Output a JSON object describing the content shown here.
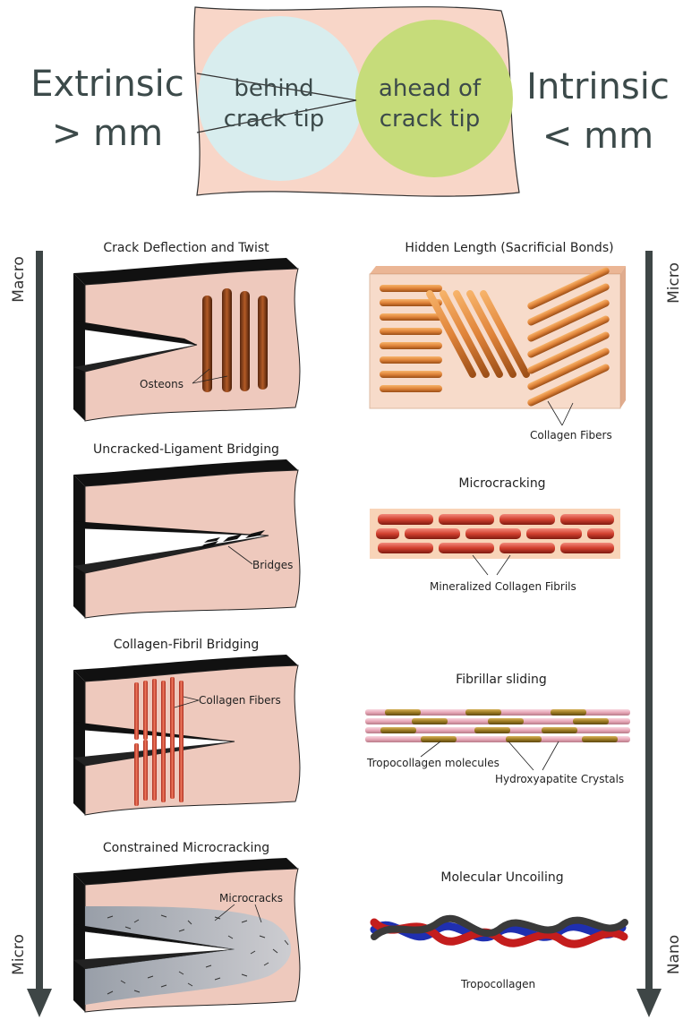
{
  "header": {
    "left_title": "Extrinsic",
    "left_sub": "> mm",
    "right_title": "Intrinsic",
    "right_sub": "< mm",
    "behind_line1": "behind",
    "behind_line2": "crack tip",
    "ahead_line1": "ahead of",
    "ahead_line2": "crack tip"
  },
  "left_axis": {
    "top": "Macro",
    "bottom": "Micro"
  },
  "right_axis": {
    "top": "Micro",
    "bottom": "Nano"
  },
  "extrinsic": [
    {
      "title": "Crack Deflection and Twist",
      "label": "Osteons"
    },
    {
      "title": "Uncracked-Ligament Bridging",
      "label": "Bridges"
    },
    {
      "title": "Collagen-Fibril Bridging",
      "label": "Collagen Fibers"
    },
    {
      "title": "Constrained Microcracking",
      "label": "Microcracks"
    }
  ],
  "intrinsic": [
    {
      "title": "Hidden Length (Sacrificial Bonds)",
      "label": "Collagen Fibers"
    },
    {
      "title": "Microcracking",
      "label": "Mineralized Collagen Fibrils"
    },
    {
      "title": "Fibrillar sliding",
      "label": "Tropocollagen molecules",
      "label2": "Hydroxyapatite Crystals"
    },
    {
      "title": "Molecular Uncoiling",
      "label": "Tropocollagen"
    }
  ],
  "colors": {
    "bone": "#eec9bd",
    "edge": "#111111",
    "behind_circle": "#d6eef0",
    "ahead_circle": "#c6dc7a",
    "fiber": "#e08a3a",
    "fibril": "#d4483a",
    "crystal": "#a8832a",
    "arrow": "#3e4646"
  }
}
